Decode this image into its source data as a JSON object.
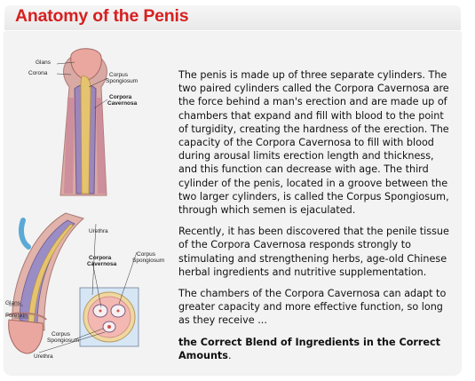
{
  "page": {
    "title": "Anatomy of the Penis"
  },
  "figure_top": {
    "labels": {
      "glans": "Glans",
      "corona": "Corona",
      "corpus_spongiosum_1": "Corpus",
      "corpus_spongiosum_2": "Spongiosum",
      "corpora_cavernosa_1": "Corpora",
      "corpora_cavernosa_2": "Cavernosa"
    }
  },
  "figure_bottom": {
    "labels": {
      "urethra_top": "Urethra",
      "corpus_1": "Corpus",
      "corpus_2": "Spongiosum",
      "corpora_1": "Corpora",
      "corpora_2": "Cavernosa",
      "glans": "Glans",
      "foreskin": "Foreskin",
      "corpus_b1": "Corpus",
      "corpus_b2": "Spongiosum",
      "urethra_bottom": "Urethra"
    }
  },
  "body": {
    "paragraph_1": "The penis is made up of three separate cylinders. The two paired cylinders called the Corpora Cavernosa are the force behind a man's erection and are made up of chambers that expand and fill with blood to the point of turgidity, creating the hardness of the erection. The capacity of the Corpora Cavernosa to fill with blood during arousal limits erection length and thickness, and this function can decrease with age. The third cylinder of the penis, located in a groove between the two larger cylinders, is called the Corpus Spongiosum, through which semen is ejaculated.",
    "paragraph_2": "Recently, it has been discovered that the penile tissue of the Corpora Cavernosa responds strongly to stimulating and strengthening herbs, age-old Chinese herbal ingredients and nutritive supplementation.",
    "paragraph_3": "The chambers of the Corpora Cavernosa can adapt to greater capacity and more effective function, so long as they receive ...",
    "paragraph_4": "the Correct Blend of Ingredients in the Correct Amounts",
    "paragraph_4_end": "."
  },
  "colors": {
    "title_red": "#d71f1f",
    "panel_bg": "#f3f3f3",
    "header_bg": "#efefef"
  }
}
